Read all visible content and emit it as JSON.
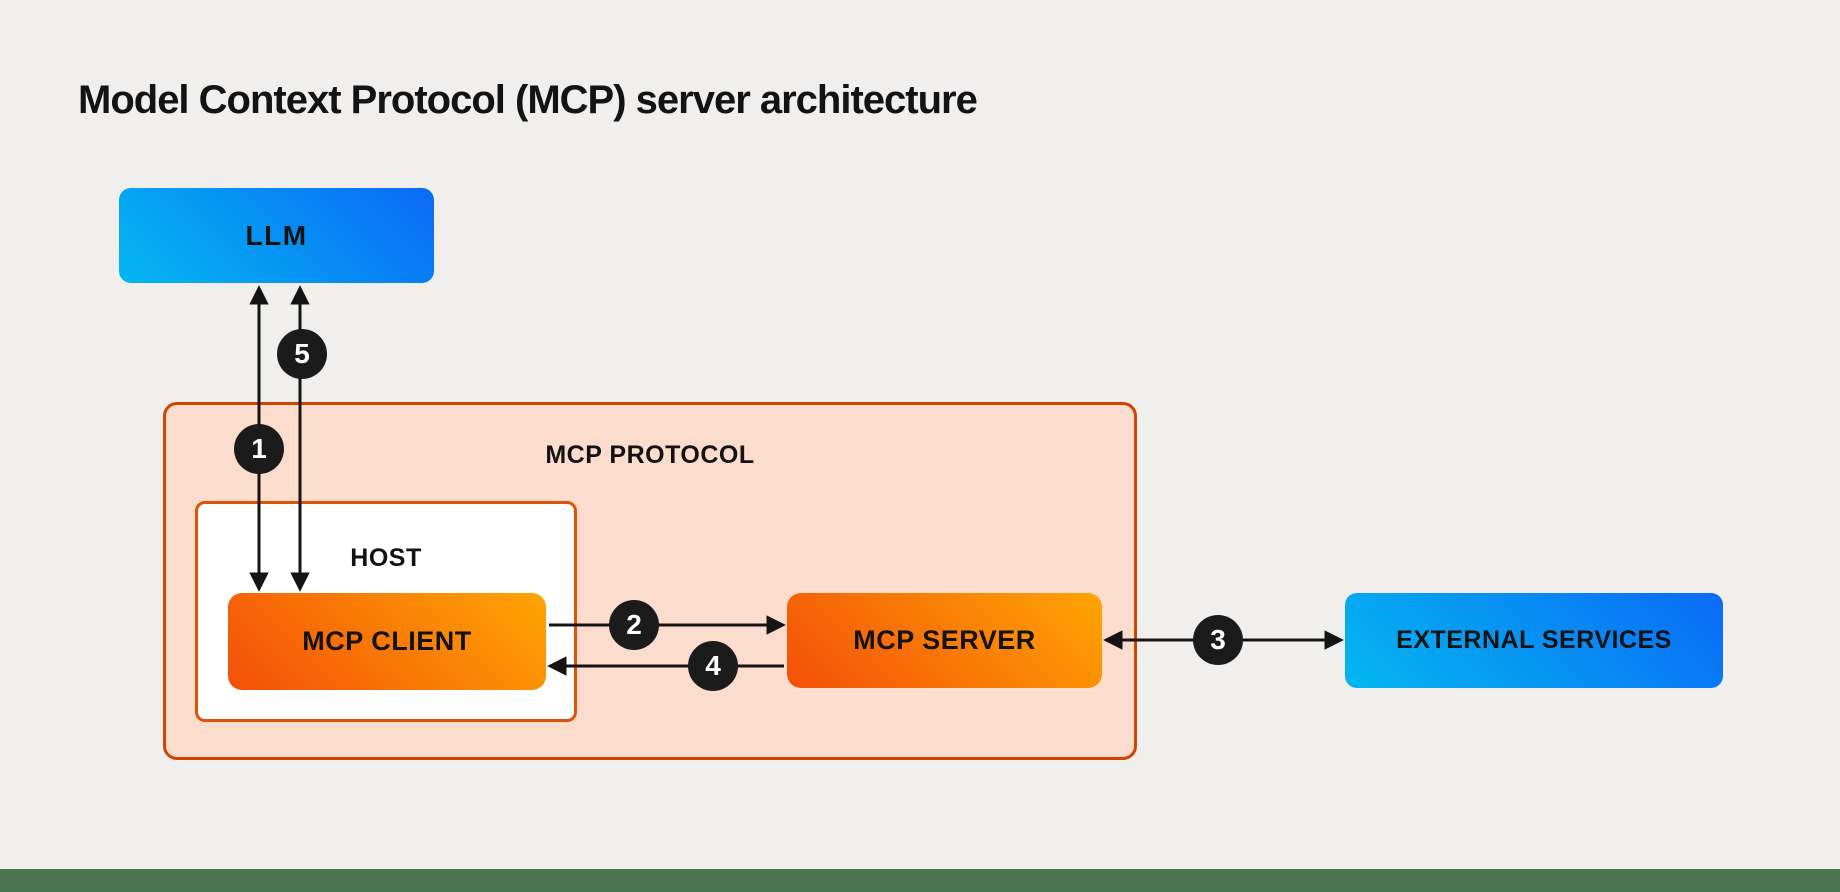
{
  "title": "Model Context Protocol (MCP) server architecture",
  "diagram": {
    "nodes": {
      "llm": {
        "label": "LLM"
      },
      "protocol": {
        "label": "MCP PROTOCOL"
      },
      "host": {
        "label": "HOST"
      },
      "client": {
        "label": "MCP CLIENT"
      },
      "server": {
        "label": "MCP SERVER"
      },
      "external": {
        "label": "EXTERNAL SERVICES"
      }
    },
    "steps": [
      {
        "label": "1"
      },
      {
        "label": "2"
      },
      {
        "label": "3"
      },
      {
        "label": "4"
      },
      {
        "label": "5"
      }
    ],
    "colors": {
      "background": "#f0efee",
      "footer_green": "#4a7350",
      "blue_gradient_start": "#04b7f0",
      "blue_gradient_end": "#0a6af6",
      "orange_gradient_start": "#f34f08",
      "orange_gradient_end": "#ffa503",
      "protocol_fill": "#fcdccd",
      "protocol_border": "#d04300",
      "host_border": "#e05206",
      "badge_fill": "#1b1b1b",
      "badge_text": "#ffffff",
      "arrow_stroke": "#141414",
      "text": "#131313"
    }
  }
}
